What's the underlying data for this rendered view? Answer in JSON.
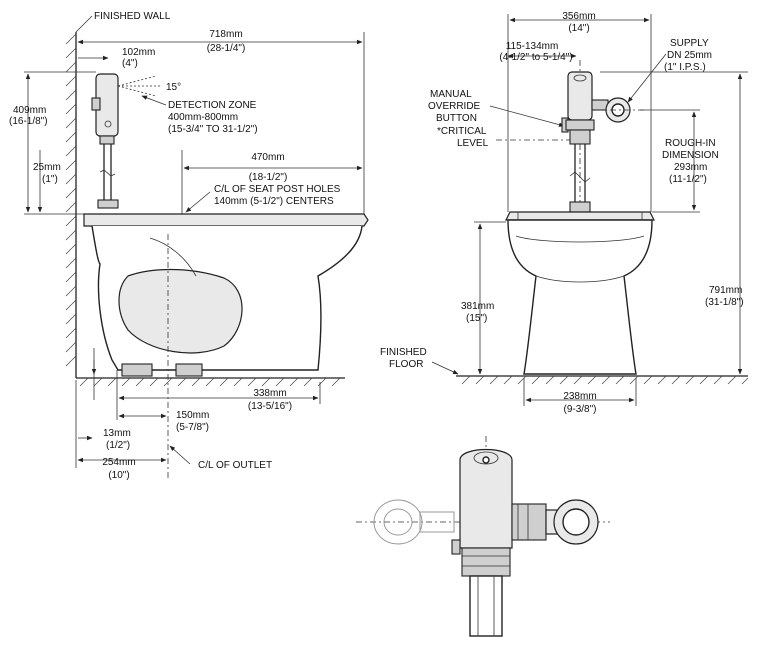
{
  "side_view": {
    "finished_wall": "FINISHED WALL",
    "overall_depth": {
      "mm": "718mm",
      "in": "(28-1/4\")"
    },
    "sensor_offset": {
      "mm": "102mm",
      "in": "(4\")"
    },
    "angle": "15°",
    "detection_zone": {
      "title": "DETECTION ZONE",
      "range_mm": "400mm-800mm",
      "range_in": "(15-3/4\" TO 31-1/2\")"
    },
    "height_above_rim": {
      "mm": "409mm",
      "in": "(16-1/8\")"
    },
    "bottom_offset": {
      "mm": "25mm",
      "in": "(1\")"
    },
    "seat_dim": {
      "mm": "470mm",
      "in": "(18-1/2\")"
    },
    "seat_post": {
      "line1": "C/L OF SEAT POST HOLES",
      "line2": "140mm (5-1/2\") CENTERS"
    },
    "base_depth": {
      "mm": "338mm",
      "in": "(13-5/16\")"
    },
    "outlet_offset": {
      "mm": "150mm",
      "in": "(5-7/8\")"
    },
    "wall_gap": {
      "mm": "13mm",
      "in": "(1/2\")"
    },
    "rough_in": {
      "mm": "254mm",
      "in": "(10\")"
    },
    "outlet_label": "C/L OF OUTLET"
  },
  "front_view": {
    "overall_width": {
      "mm": "356mm",
      "in": "(14\")"
    },
    "supply_offset": {
      "mm": "115-134mm",
      "in": "(4-1/2\" to 5-1/4\")"
    },
    "supply": {
      "line1": "SUPPLY",
      "line2": "DN 25mm",
      "line3": "(1\" I.P.S.)"
    },
    "manual_override": {
      "line1": "MANUAL",
      "line2": "OVERRIDE",
      "line3": "BUTTON"
    },
    "critical_level": {
      "line1": "*CRITICAL",
      "line2": "LEVEL"
    },
    "rough_in_dimension": {
      "line1": "ROUGH-IN",
      "line2": "DIMENSION",
      "line3": "293mm",
      "line4": "(11-1/2\")"
    },
    "overall_height": {
      "mm": "791mm",
      "in": "(31-1/8\")"
    },
    "rim_height": {
      "mm": "381mm",
      "in": "(15\")"
    },
    "finished_floor": {
      "line1": "FINISHED",
      "line2": "FLOOR"
    },
    "base_width": {
      "mm": "238mm",
      "in": "(9-3/8\")"
    }
  }
}
